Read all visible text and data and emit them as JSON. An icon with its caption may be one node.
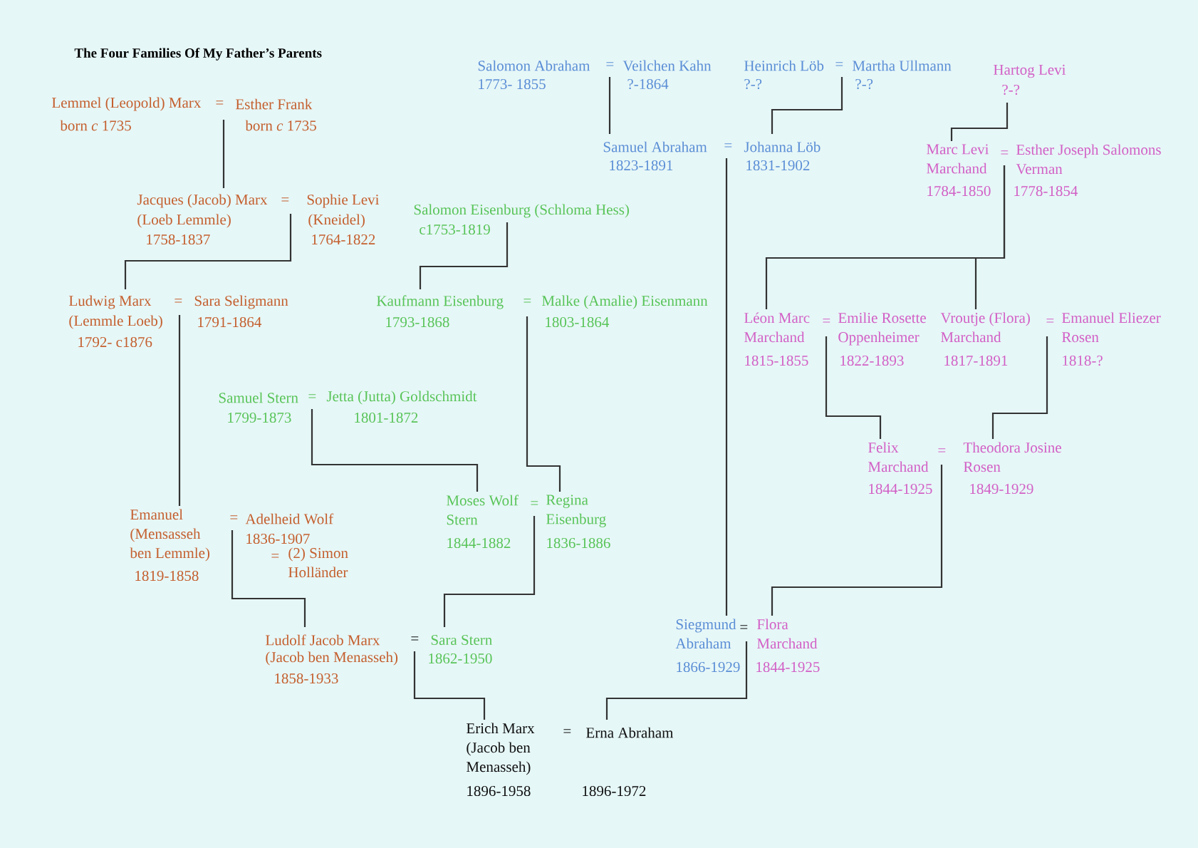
{
  "diagram": {
    "title": "The Four Families Of My Father’s Parents",
    "nodes": [
      {
        "text": [
          "Lemmel (Leopold) Marx",
          "=",
          "Esther Frank",
          "born *c* 1735",
          "born *c* 1735"
        ]
      },
      {
        "text": [
          "Jacques (Jacob) Marx",
          "=",
          "Sophie Levi",
          "(Loeb Lemmle)",
          "(Kneidel)",
          "1758-1837",
          "1764-1822"
        ]
      },
      {
        "text": [
          "Ludwig Marx",
          "=",
          "Sara Seligmann",
          "(Lemmle Loeb)",
          "1791-1864",
          "1792- c1876"
        ]
      },
      {
        "text": [
          "Emanuel (Mensasseh ben Lemmle)",
          "1819-1858",
          "=",
          "Adelheid Wolf",
          "1836-1907",
          "=",
          "(2) Simon Holländer"
        ]
      },
      {
        "text": [
          "Ludolf Jacob Marx",
          "(Jacob ben Menasseh)",
          "1858-1933",
          "=",
          "Sara Stern",
          "1862-1950"
        ]
      },
      {
        "text": [
          "Salomon Eisenburg (Schloma Hess)",
          "c1753-1819"
        ]
      },
      {
        "text": [
          "Kaufmann Eisenburg",
          "=",
          "Malke (Amalie) Eisenmann",
          "1793-1868",
          "1803-1864"
        ]
      },
      {
        "text": [
          "Samuel Stern",
          "=",
          "Jetta (Jutta) Goldschmidt",
          "1799-1873",
          "1801-1872"
        ]
      },
      {
        "text": [
          "Moses Wolf Stern",
          "=",
          "Regina Eisenburg",
          "1844-1882",
          "1836-1886"
        ]
      },
      {
        "text": [
          "Salomon Abraham",
          "=",
          "Veilchen Kahn",
          "1773- 1855",
          "?-1864"
        ]
      },
      {
        "text": [
          "Heinrich Löb",
          "=",
          "Martha Ullmann",
          "?-?",
          "?-?"
        ]
      },
      {
        "text": [
          "Samuel Abraham",
          "=",
          "Johanna Löb",
          "1823-1891",
          "1831-1902"
        ]
      },
      {
        "text": [
          "Hartog Levi",
          "?-?"
        ]
      },
      {
        "text": [
          "Marc Levi Marchand",
          "=",
          "Esther Joseph Salomons Verman",
          "1784-1850",
          "1778-1854"
        ]
      },
      {
        "text": [
          "Léon Marc Marchand",
          "=",
          "Emilie Rosette Oppenheimer",
          "1815-1855",
          "1822-1893"
        ]
      },
      {
        "text": [
          "Vroutje (Flora) Marchand",
          "=",
          "Emanuel Eliezer Rosen",
          "1817-1891",
          "1818-?"
        ]
      },
      {
        "text": [
          "Felix Marchand",
          "=",
          "Theodora Josine Rosen",
          "1844-1925",
          "1849-1929"
        ]
      },
      {
        "text": [
          "Siegmund Abraham",
          "=",
          "Flora Marchand",
          "1866-1929",
          "1844-1925"
        ]
      },
      {
        "text": [
          "Erich Marx (Jacob ben Menasseh)",
          "=",
          "Erna Abraham",
          "1896-1958",
          "1896-1972"
        ]
      }
    ],
    "edges": [
      {
        "from": 0,
        "to": 1,
        "arrow": "none"
      },
      {
        "from": 1,
        "to": 2,
        "arrow": "none"
      },
      {
        "from": 2,
        "to": 3,
        "arrow": "none"
      },
      {
        "from": 3,
        "to": 4,
        "arrow": "none"
      },
      {
        "from": 4,
        "to": 18,
        "arrow": "none"
      },
      {
        "from": 5,
        "to": 6,
        "arrow": "none"
      },
      {
        "from": 6,
        "to": 8,
        "arrow": "none"
      },
      {
        "from": 7,
        "to": 8,
        "arrow": "none"
      },
      {
        "from": 8,
        "to": 4,
        "arrow": "none"
      },
      {
        "from": 9,
        "to": 11,
        "arrow": "none"
      },
      {
        "from": 10,
        "to": 11,
        "arrow": "none"
      },
      {
        "from": 11,
        "to": 17,
        "arrow": "none"
      },
      {
        "from": 12,
        "to": 13,
        "arrow": "none"
      },
      {
        "from": 13,
        "to": 14,
        "arrow": "none"
      },
      {
        "from": 13,
        "to": 15,
        "arrow": "none"
      },
      {
        "from": 14,
        "to": 16,
        "arrow": "none"
      },
      {
        "from": 15,
        "to": 16,
        "arrow": "none"
      },
      {
        "from": 16,
        "to": 17,
        "arrow": "none"
      },
      {
        "from": 17,
        "to": 18,
        "arrow": "none"
      }
    ]
  }
}
